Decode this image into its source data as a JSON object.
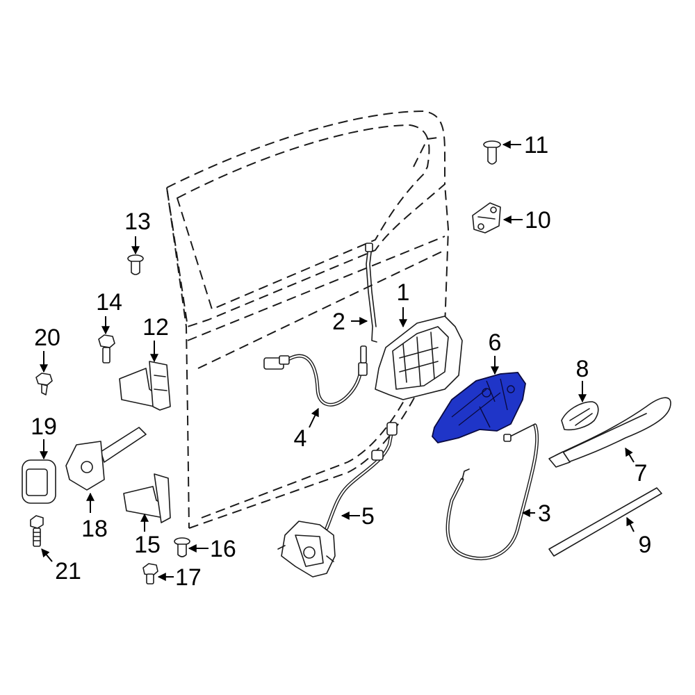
{
  "highlight_color": "#1f35c8",
  "line_color": "#1a1a1a",
  "callouts": {
    "c1": "1",
    "c2": "2",
    "c3": "3",
    "c4": "4",
    "c5": "5",
    "c6": "6",
    "c7": "7",
    "c8": "8",
    "c9": "9",
    "c10": "10",
    "c11": "11",
    "c12": "12",
    "c13": "13",
    "c14": "14",
    "c15": "15",
    "c16": "16",
    "c17": "17",
    "c18": "18",
    "c19": "19",
    "c20": "20",
    "c21": "21"
  },
  "highlighted_part": "6"
}
